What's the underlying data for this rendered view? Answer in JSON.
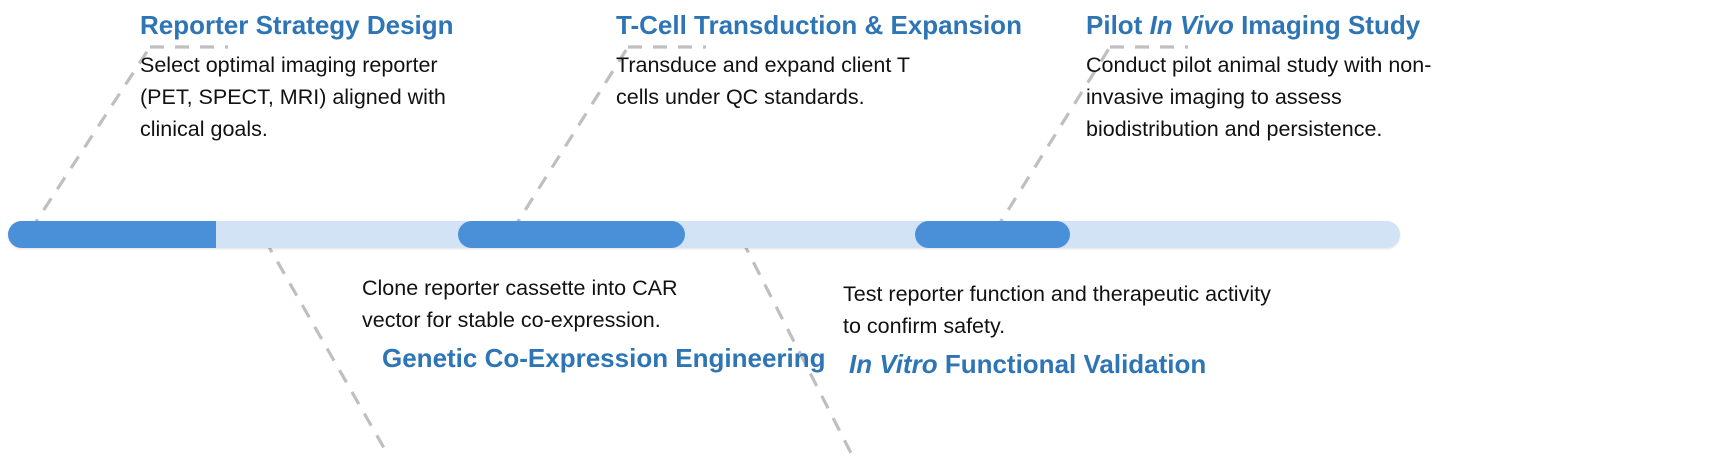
{
  "diagram": {
    "type": "timeline-roadmap",
    "title": "",
    "colors": {
      "title_blue": "#2e75b6",
      "bar_active": "#4a90d9",
      "bar_inactive": "#d2e3f5",
      "connector": "#bfbfbf",
      "body_text": "#111111"
    }
  },
  "timeline": {
    "bar_label": "project-phase-timeline",
    "segments": [
      {
        "name": "segment-1",
        "state": "filled",
        "start_pct": 0.0,
        "end_pct": 14.4
      },
      {
        "name": "segment-2",
        "state": "empty",
        "start_pct": 14.4,
        "end_pct": 32.3
      },
      {
        "name": "segment-3",
        "state": "filled",
        "start_pct": 32.3,
        "end_pct": 48.6
      },
      {
        "name": "segment-4",
        "state": "empty",
        "start_pct": 48.6,
        "end_pct": 65.2
      },
      {
        "name": "segment-5",
        "state": "filled",
        "start_pct": 65.2,
        "end_pct": 76.3
      },
      {
        "name": "segment-6",
        "state": "empty",
        "start_pct": 76.3,
        "end_pct": 100.0
      }
    ]
  },
  "milestones": [
    {
      "id": "reporter-strategy-design",
      "position": "above",
      "title_pre": "Reporter Strategy Design",
      "title_italic": "",
      "title_post": "",
      "body": "Select optimal imaging reporter (PET, SPECT, MRI) aligned with clinical goals."
    },
    {
      "id": "genetic-co-expression-engineering",
      "position": "below",
      "title_pre": "Genetic Co-Expression Engineering",
      "title_italic": "",
      "title_post": "",
      "body": "Clone reporter cassette into CAR vector for stable co-expression."
    },
    {
      "id": "t-cell-transduction-expansion",
      "position": "above",
      "title_pre": "T-Cell Transduction & Expansion",
      "title_italic": "",
      "title_post": "",
      "body": "Transduce and expand client T cells under QC standards."
    },
    {
      "id": "in-vitro-functional-validation",
      "position": "below",
      "title_pre": "",
      "title_italic": "In Vitro",
      "title_post": " Functional Validation",
      "body": "Test reporter function and therapeutic activity to confirm safety."
    },
    {
      "id": "pilot-in-vivo-imaging-study",
      "position": "above",
      "title_pre": "Pilot ",
      "title_italic": "In Vivo",
      "title_post": " Imaging Study",
      "body": "Conduct pilot animal study with non-invasive imaging to assess biodistribution and persistence."
    }
  ]
}
